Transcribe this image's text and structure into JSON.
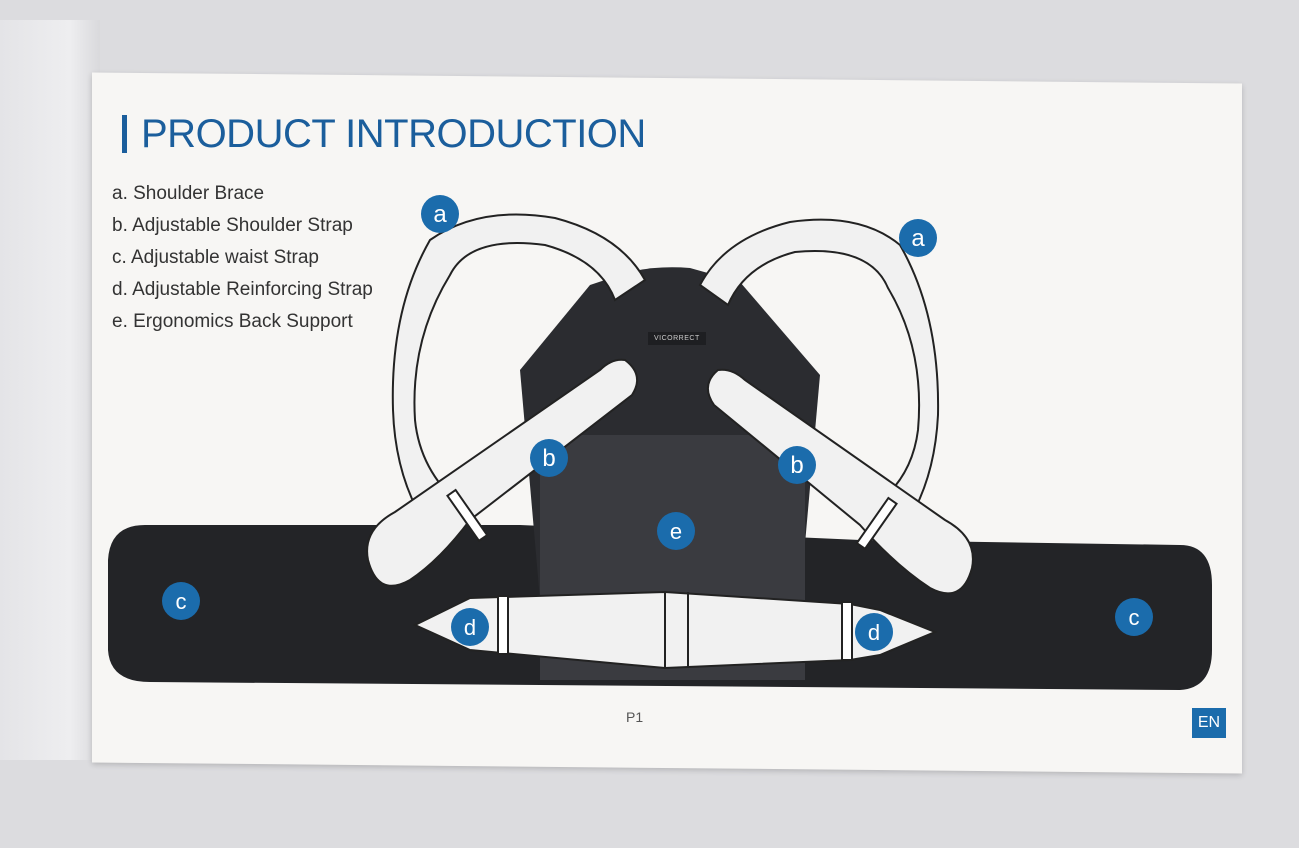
{
  "title": "PRODUCT INTRODUCTION",
  "legend": [
    "a. Shoulder Brace",
    "b. Adjustable Shoulder Strap",
    "c. Adjustable waist Strap",
    "d. Adjustable Reinforcing Strap",
    "e. Ergonomics Back Support"
  ],
  "markers": {
    "a": "a",
    "b": "b",
    "c": "c",
    "d": "d",
    "e": "e"
  },
  "brand": "VICORRECT",
  "page_number": "P1",
  "language": "EN",
  "colors": {
    "accent": "#1b6cac",
    "title": "#1b5e9c",
    "brace": "#232427",
    "strap": "#f1f1f1"
  }
}
